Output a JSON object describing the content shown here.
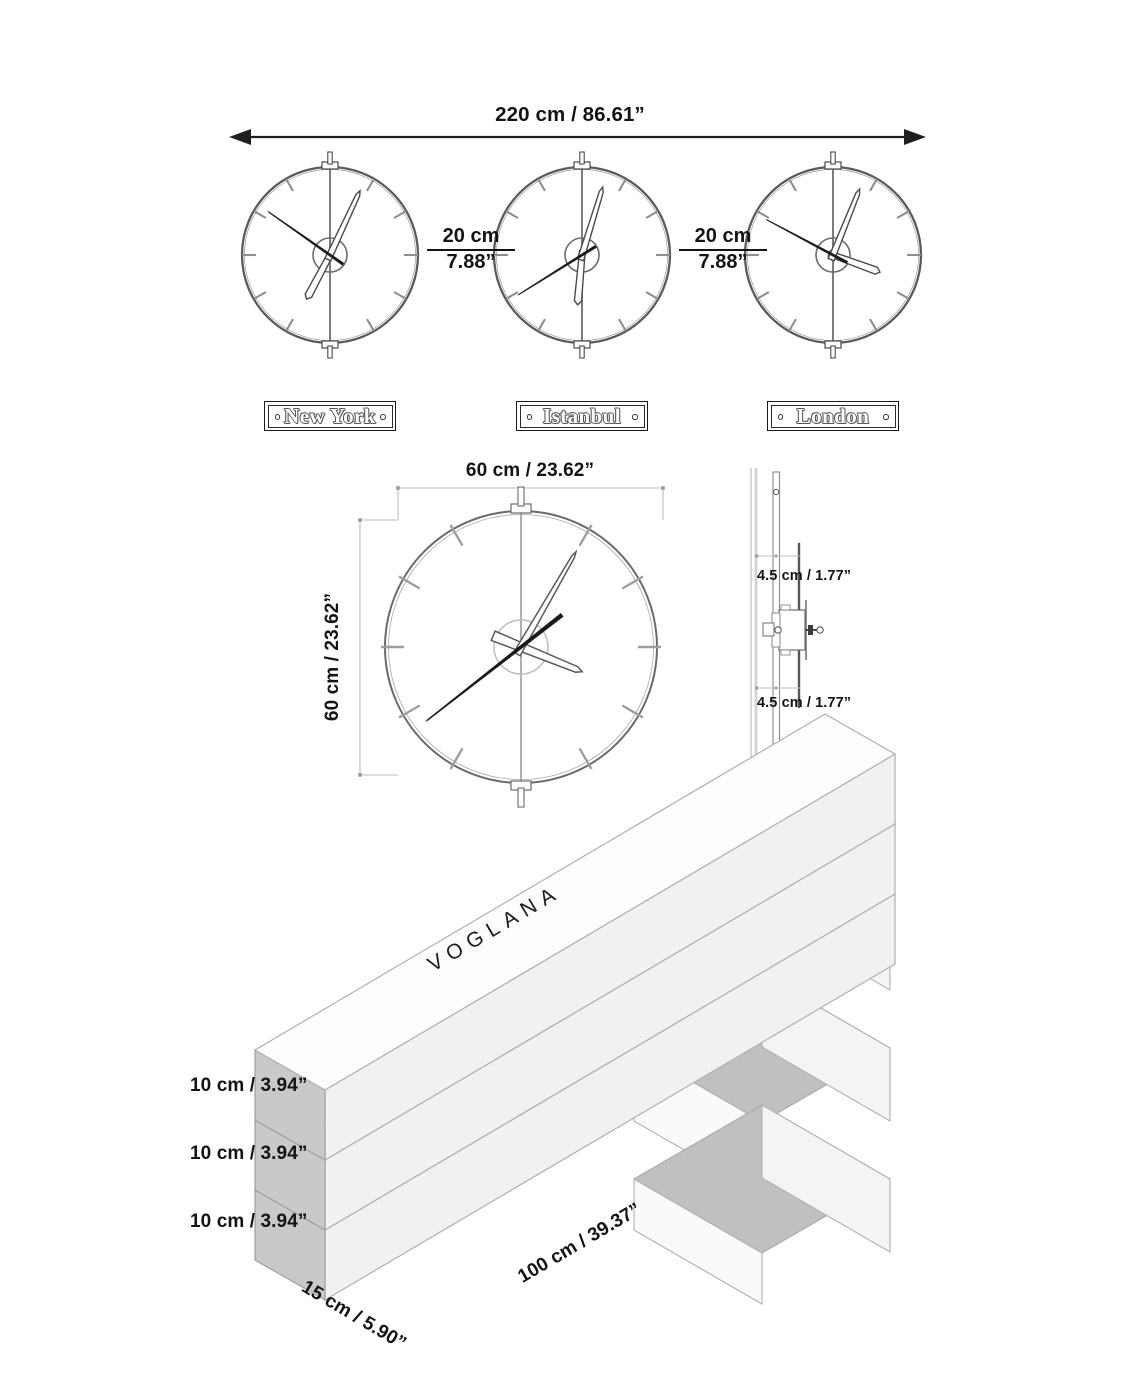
{
  "product": {
    "brand": "VOGLANA",
    "title": "Wall clock set dimension sheet"
  },
  "top_section": {
    "overall_width_label": "220 cm / 86.61”",
    "gap_labels": [
      {
        "cm": "20 cm",
        "inch": "7.88”"
      },
      {
        "cm": "20 cm",
        "inch": "7.88”"
      }
    ],
    "clocks": [
      {
        "city": "New York",
        "hour_deg": 118,
        "minute_deg": 295,
        "second_deg": 215
      },
      {
        "city": "Istanbul",
        "hour_deg": 95,
        "minute_deg": 287,
        "second_deg": 148
      },
      {
        "city": "London",
        "hour_deg": 20,
        "minute_deg": 292,
        "second_deg": 208
      }
    ]
  },
  "middle_section": {
    "front_view": {
      "width_label": "60 cm / 23.62”",
      "height_label": "60 cm / 23.62”",
      "hour_deg": 22,
      "minute_deg": 300,
      "second_deg": 142
    },
    "side_view": {
      "top_depth_label": "4.5 cm / 1.77”",
      "bottom_depth_label": "4.5 cm / 1.77”"
    }
  },
  "packaging_section": {
    "brand_on_box": "VOGLANA",
    "height_labels": [
      "10 cm / 3.94”",
      "10 cm / 3.94”",
      "10 cm / 3.94”"
    ],
    "length_label": "100 cm / 39.37”",
    "depth_label": "15 cm / 5.90”"
  },
  "colors": {
    "line": "#2a2a2a",
    "dim_line": "#b9b9b9",
    "clock_ring": "#5d5d5d",
    "box_top": "#fdfdfd",
    "box_front": "#f1f1f1",
    "box_side": "#c9c9c9",
    "box_inner": "#bdbdbd",
    "text": "#141414"
  }
}
